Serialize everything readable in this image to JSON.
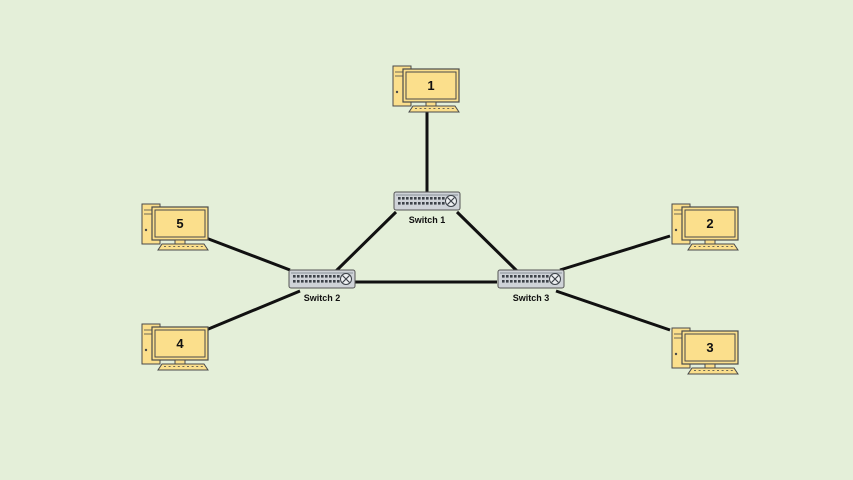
{
  "colors": {
    "background": "#e4efd9",
    "pc_body": "#fbdf8c",
    "pc_outline": "#4a4a4a",
    "switch_body": "#cfd3d8",
    "link": "#111111"
  },
  "switches": [
    {
      "id": "s1",
      "label": "Switch 1"
    },
    {
      "id": "s2",
      "label": "Switch 2"
    },
    {
      "id": "s3",
      "label": "Switch 3"
    }
  ],
  "computers": [
    {
      "id": "pc1",
      "label": "1",
      "switch": "s1"
    },
    {
      "id": "pc2",
      "label": "2",
      "switch": "s3"
    },
    {
      "id": "pc3",
      "label": "3",
      "switch": "s3"
    },
    {
      "id": "pc4",
      "label": "4",
      "switch": "s2"
    },
    {
      "id": "pc5",
      "label": "5",
      "switch": "s2"
    }
  ],
  "switch_links": [
    {
      "from": "s1",
      "to": "s2"
    },
    {
      "from": "s1",
      "to": "s3"
    },
    {
      "from": "s2",
      "to": "s3"
    }
  ]
}
